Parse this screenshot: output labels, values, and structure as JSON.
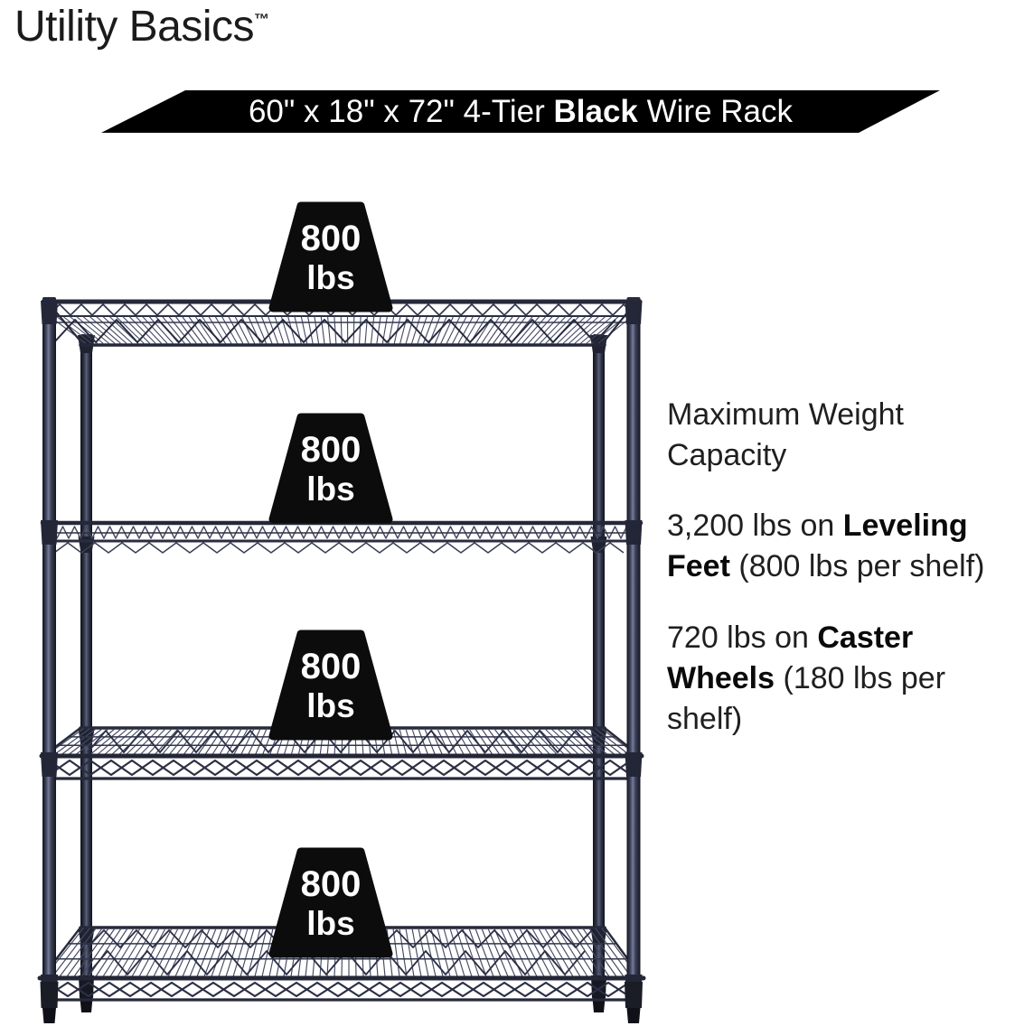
{
  "logo": {
    "name": "Utility Basics",
    "trademark": "™"
  },
  "banner": {
    "text_prefix": "60\" x 18\" x 72\" 4-Tier ",
    "text_bold": "Black",
    "text_suffix": " Wire Rack",
    "background": "#000000",
    "text_color": "#ffffff"
  },
  "weights": [
    {
      "value": "800",
      "unit": "lbs"
    },
    {
      "value": "800",
      "unit": "lbs"
    },
    {
      "value": "800",
      "unit": "lbs"
    },
    {
      "value": "800",
      "unit": "lbs"
    }
  ],
  "info_panel": {
    "heading": "Maximum Weight Capacity",
    "items": [
      {
        "prefix": "3,200 lbs on ",
        "bold": "Leveling Feet",
        "suffix": " (800 lbs per shelf)"
      },
      {
        "prefix": "720 lbs on ",
        "bold": "Caster Wheels",
        "suffix": " (180 lbs per shelf)"
      }
    ]
  },
  "rack": {
    "tiers": 4,
    "color": "#2e3348",
    "weight_badge_color": "#0c0c0c",
    "weight_badge_text_color": "#ffffff"
  }
}
